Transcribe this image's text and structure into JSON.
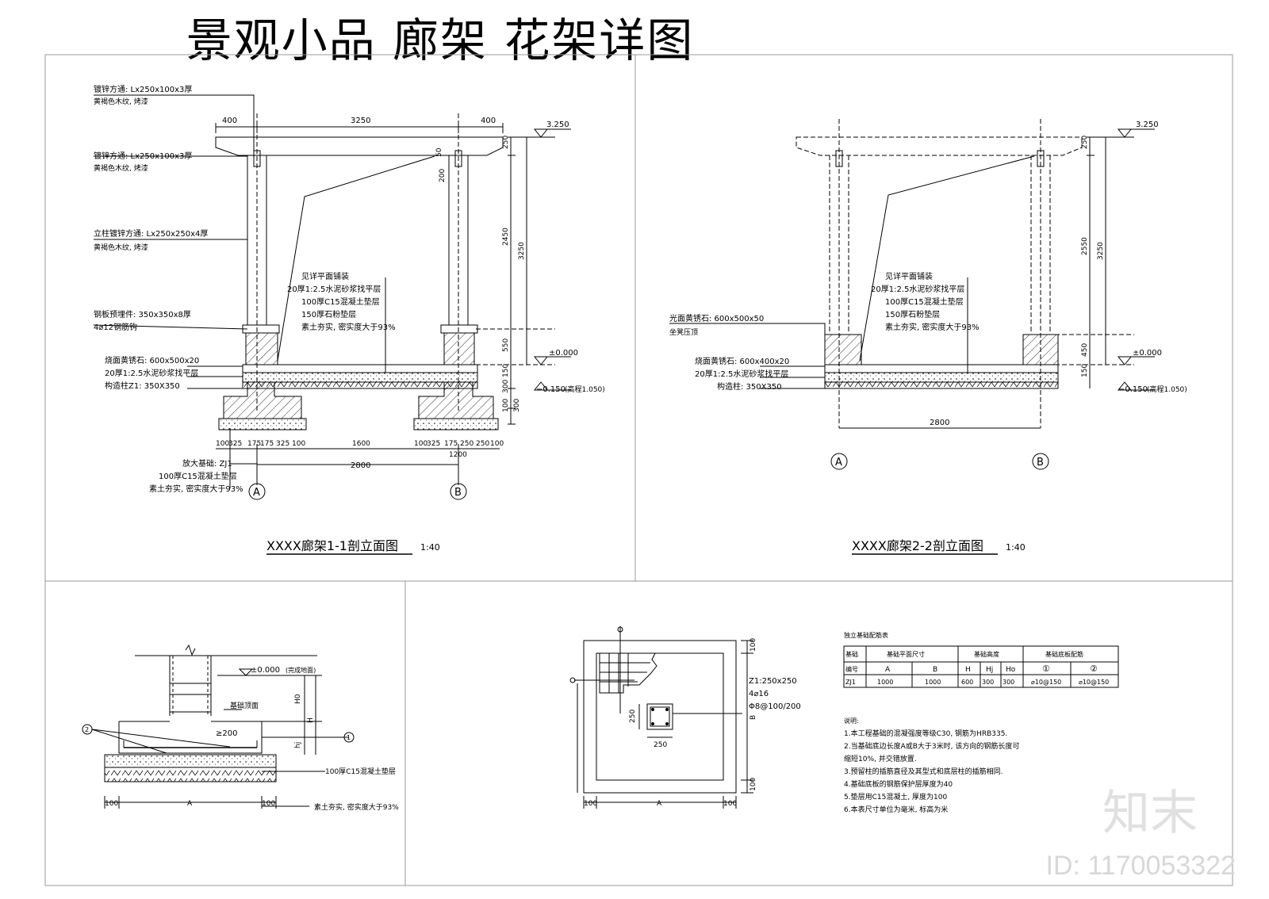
{
  "title": "景观小品 廊架 花架详图",
  "watermark": {
    "id": "ID: 1170053322",
    "logo": "知末"
  },
  "sec1": {
    "caption": "XXXX廊架1-1剖立面图",
    "scale": "1:40",
    "notes": [
      "镀锌方通: Lx250x100x3厚",
      "黄褐色木纹, 烤漆",
      "镀锌方通: Lx250x100x3厚",
      "黄褐色木纹, 烤漆",
      "立柱镀锌方通: Lx250x250x4厚",
      "黄褐色木纹, 烤漆",
      "钢板预埋件: 350x350x8厚",
      "4⌀12钢筋钩",
      "烧面黄锈石: 600x500x20",
      "20厚1:2.5水泥砂浆找平层",
      "构造柱Z1: 350X350",
      "放大基础: ZJ1",
      "100厚C15混凝土垫层",
      "素土夯实, 密实度大于93%"
    ],
    "floor_notes": [
      "见详平面铺装",
      "20厚1:2.5水泥砂浆找平层",
      "100厚C15混凝土垫层",
      "150厚石粉垫层",
      "素土夯实, 密实度大于93%"
    ],
    "dims_top": [
      "400",
      "3250",
      "400"
    ],
    "dims_right": [
      "250",
      "2450",
      "3250",
      "550",
      "150",
      "300",
      "100",
      "300"
    ],
    "dims_mid": [
      "200",
      "50"
    ],
    "elev_top": "3.250",
    "elev_zero": "±0.000",
    "elev_low": "−0.150",
    "elev_low_note": "(高程1.050)",
    "dims_bottom": [
      "100",
      "325",
      "175",
      "175",
      "325",
      "100",
      "1600",
      "100",
      "325",
      "175",
      "250",
      "250",
      "100",
      "1200",
      "2800"
    ],
    "axis_a": "A",
    "axis_b": "B"
  },
  "sec2": {
    "caption": "XXXX廊架2-2剖立面图",
    "scale": "1:40",
    "notes": [
      "光面黄锈石: 600x500x50",
      "坐凳压顶",
      "烧面黄锈石: 600x400x20",
      "20厚1:2.5水泥砂浆找平层",
      "构造柱: 350X350"
    ],
    "floor_notes": [
      "见详平面铺装",
      "20厚1:2.5水泥砂浆找平层",
      "100厚C15混凝土垫层",
      "150厚石粉垫层",
      "素土夯实, 密实度大于93%"
    ],
    "dims_right": [
      "250",
      "2550",
      "3250",
      "450",
      "150"
    ],
    "elev_top": "3.250",
    "elev_zero": "±0.000",
    "elev_low": "−0.150",
    "elev_low_note": "(高程1.050)",
    "dim_bottom": "2800",
    "axis_a": "A",
    "axis_b": "B"
  },
  "sec3": {
    "elev": "±0.000",
    "elev_note": "(完成地面)",
    "base_top": "基础顶面",
    "ge200": "≥200",
    "h0": "H0",
    "h": "H",
    "hj": "hj",
    "bed": "100厚C15混凝土垫层",
    "soil": "素土夯实, 密实度大于93%",
    "dims": [
      "100",
      "A",
      "100"
    ],
    "circle1": "1",
    "circle2": "2"
  },
  "sec4": {
    "col_label": "Z1:250x250",
    "rebar1": "4⌀16",
    "rebar2": "Φ8@100/200",
    "dim250a": "250",
    "dim250b": "250",
    "dims_bottom": [
      "100",
      "A",
      "100"
    ],
    "dims_right": [
      "100",
      "B",
      "100"
    ]
  },
  "table": {
    "title": "独立基础配筋表",
    "h1": [
      "基础",
      "基础平面尺寸",
      "基础高度",
      "基础底板配筋"
    ],
    "h2": [
      "编号",
      "A",
      "B",
      "H",
      "Hj",
      "Ho",
      "①",
      "②"
    ],
    "row": [
      "ZJ1",
      "1000",
      "1000",
      "600",
      "300",
      "300",
      "⌀10@150",
      "⌀10@150"
    ]
  },
  "notes": {
    "title": "说明:",
    "items": [
      "1.本工程基础的混凝强度等级C30, 钢筋为HRB335.",
      "2.当基础底边长度A或B大于3米时, 该方向的钢筋长度可",
      "   缩短10%, 并交错放置.",
      "3.预留柱的插筋直径及其型式和底层柱的插筋相同.",
      "4.基础底板的钢筋保护层厚度为40",
      "5.垫层用C15混凝土, 厚度为100",
      "6.本表尺寸单位为毫米, 标高为米"
    ]
  }
}
